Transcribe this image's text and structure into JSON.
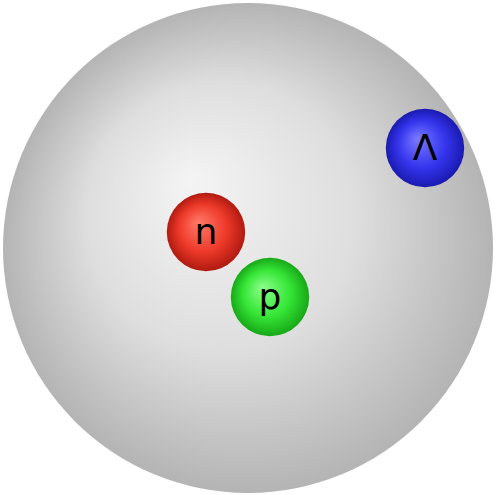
{
  "diagram": {
    "nodes": [
      {
        "text": [
          "Λ"
        ]
      },
      {
        "text": [
          "n"
        ]
      },
      {
        "text": [
          "p"
        ]
      }
    ]
  }
}
